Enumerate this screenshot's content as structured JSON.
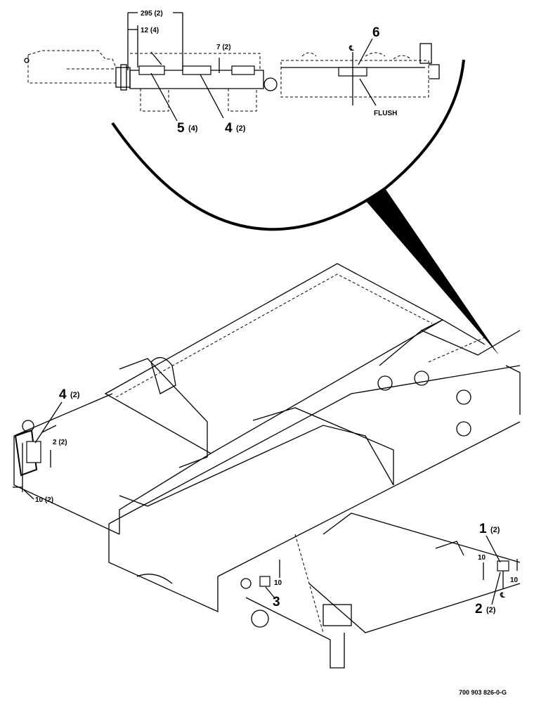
{
  "callouts": {
    "c1": "1",
    "c1_qty": "(2)",
    "c2": "2",
    "c2_qty": "(2)",
    "c3": "3",
    "c4_detail": "4",
    "c4_detail_qty": "(2)",
    "c4_main": "4",
    "c4_main_qty": "(2)",
    "c5": "5",
    "c5_qty": "(4)",
    "c6": "6"
  },
  "dimensions": {
    "d295": "295 (2)",
    "d12": "12 (4)",
    "d7": "7 (2)",
    "d2": "2 (2)",
    "d10a": "10 (2)",
    "d10b": "10",
    "d10c": "10",
    "d10d": "10"
  },
  "notes": {
    "flush": "FLUSH",
    "centerline": "℄"
  },
  "drawing_id": "700 903 826-0-G"
}
